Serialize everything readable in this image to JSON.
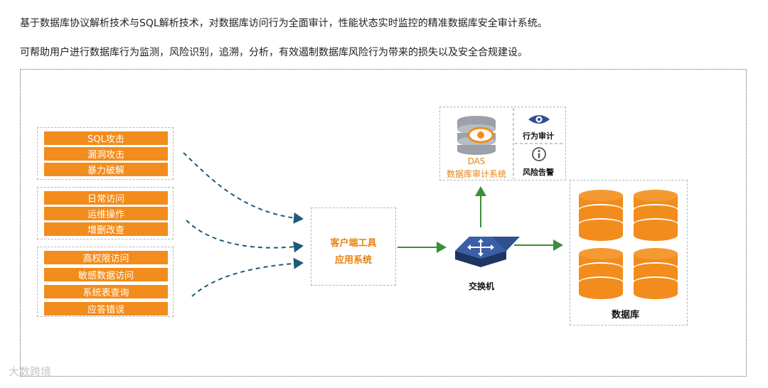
{
  "intro": {
    "line1": "基于数据库协议解析技术与SQL解析技术，对数据库访问行为全面审计，性能状态实时监控的精准数据库安全审计系统。",
    "line2": "可帮助用户进行数据库行为监测，风险识别，追溯，分析，有效遏制数据库风险行为带来的损失以及安全合规建设。"
  },
  "threat_groups": [
    {
      "items": [
        "SQL攻击",
        "漏洞攻击",
        "暴力破解"
      ]
    },
    {
      "items": [
        "日常访问",
        "运维操作",
        "增删改查"
      ]
    },
    {
      "items": [
        "高权限访问",
        "敏感数据访问",
        "系统表查询",
        "应答错误"
      ]
    }
  ],
  "client": {
    "line1": "客户端工具",
    "line2": "应用系统"
  },
  "das": {
    "name": "DAS",
    "title": "数据库审计系统"
  },
  "features": {
    "behavior_audit": "行为审计",
    "risk_alert": "风险告警"
  },
  "switch": {
    "label": "交换机"
  },
  "database": {
    "label": "数据库"
  },
  "watermark": "大数跨境",
  "colors": {
    "accent": "#f28c1c",
    "arrow_dashed": "#1e5a7a",
    "arrow_green": "#3a8f3a",
    "switch": "#2f4f8f"
  },
  "icons": [
    "database-eye-icon",
    "eye-icon",
    "info-icon",
    "network-switch-icon",
    "database-cylinder-icon"
  ]
}
